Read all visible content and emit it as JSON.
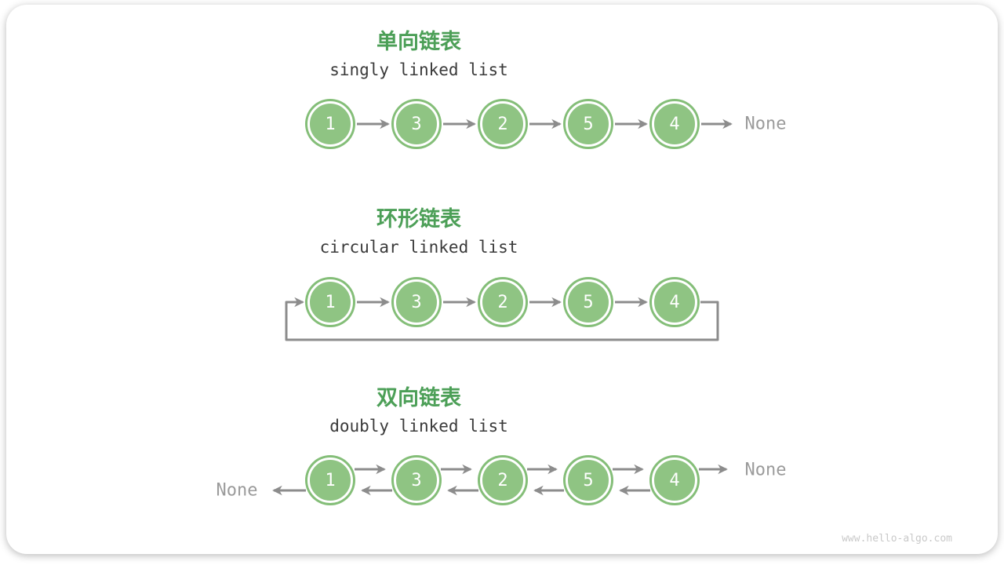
{
  "colors": {
    "title_green": "#4C9F57",
    "node_fill": "#8FC483",
    "node_ring": "#84BE78",
    "arrow_gray": "#8C8C8C",
    "none_gray": "#9B9B9B",
    "subtitle_dark": "#3A3A3A",
    "watermark_gray": "#C9C9C9"
  },
  "sections": [
    {
      "title": "单向链表",
      "subtitle": "singly linked list",
      "nodes": [
        "1",
        "3",
        "2",
        "5",
        "4"
      ],
      "tail_label": "None"
    },
    {
      "title": "环形链表",
      "subtitle": "circular linked list",
      "nodes": [
        "1",
        "3",
        "2",
        "5",
        "4"
      ]
    },
    {
      "title": "双向链表",
      "subtitle": "doubly linked list",
      "nodes": [
        "1",
        "3",
        "2",
        "5",
        "4"
      ],
      "head_label": "None",
      "tail_label": "None"
    }
  ],
  "watermark": "www.hello-algo.com"
}
